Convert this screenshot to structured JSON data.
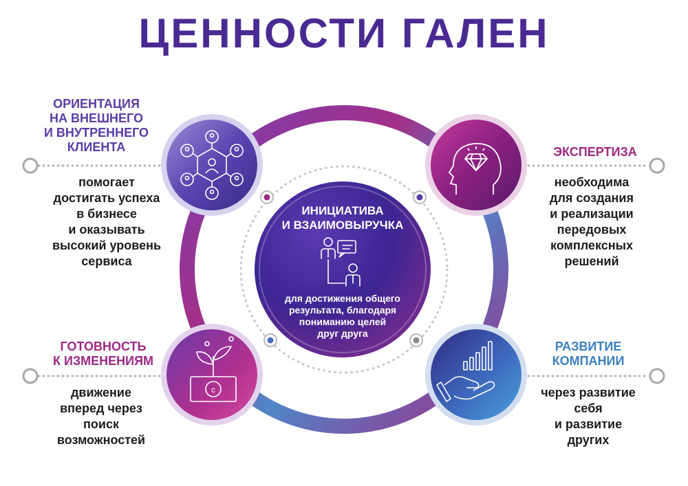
{
  "title": "ЦЕННОСТИ ГАЛЕН",
  "colors": {
    "title": "#4a2a92",
    "purple_dark": "#3a1f86",
    "magenta": "#a0287f",
    "blue": "#3b7fc0",
    "violet_text": "#5a3ca6"
  },
  "center": {
    "title": [
      "ИНИЦИАТИВА",
      "И ВЗАИМОВЫРУЧКА"
    ],
    "text": [
      "для достижения общего",
      "результата, благодаря",
      "пониманию целей",
      "друг друга"
    ],
    "icon": "team-help-icon"
  },
  "values": [
    {
      "id": "client",
      "title": [
        "ОРИЕНТАЦИЯ",
        "НА ВНЕШНЕГО",
        "И ВНУТРЕННЕГО",
        "КЛИЕНТА"
      ],
      "text": [
        "помогает",
        "достигать успеха",
        "в бизнесе",
        "и оказывать",
        "высокий уровень",
        "сервиса"
      ],
      "icon": "customer-network-icon",
      "color": "#5a3ca6"
    },
    {
      "id": "expertise",
      "title": [
        "ЭКСПЕРТИЗА"
      ],
      "text": [
        "необходима",
        "для создания",
        "и реализации",
        "передовых",
        "комплексных",
        "решений"
      ],
      "icon": "head-diamond-icon",
      "color": "#a0287f"
    },
    {
      "id": "change",
      "title": [
        "ГОТОВНОСТЬ",
        "К ИЗМЕНЕНИЯМ"
      ],
      "text": [
        "движение",
        "вперед через",
        "поиск",
        "возможностей"
      ],
      "icon": "sprout-coin-icon",
      "color": "#9a2a85"
    },
    {
      "id": "growth",
      "title": [
        "РАЗВИТИЕ",
        "КОМПАНИИ"
      ],
      "text": [
        "через развитие",
        "себя",
        "и развитие",
        "других"
      ],
      "icon": "hand-growth-chart-icon",
      "color": "#3b7fc0"
    }
  ]
}
